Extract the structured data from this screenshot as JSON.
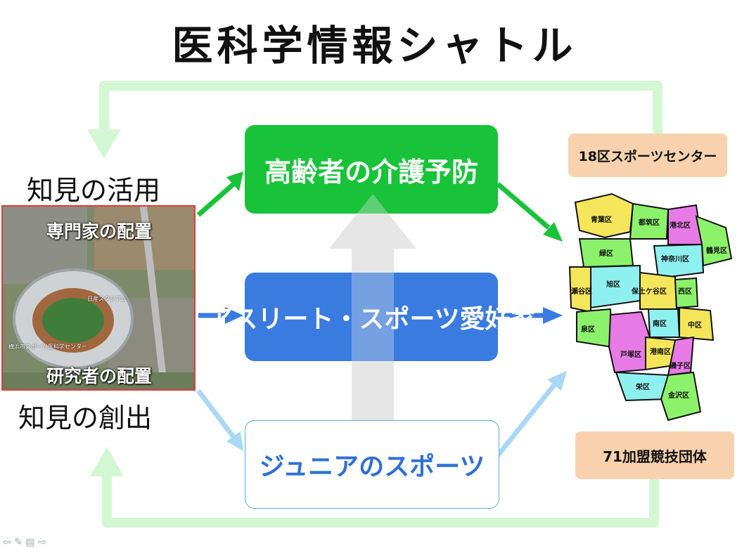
{
  "title": "医科学情報シャトル",
  "left_labels": {
    "top": "知見の活用",
    "bottom": "知見の創出"
  },
  "photo": {
    "tag_top": "専門家の配置",
    "tag_bottom": "研究者の配置",
    "map_label_center": "横浜市スポーツ医科学センター",
    "map_label_stadium": "日産スタジアム"
  },
  "boxes": {
    "elderly": "高齢者の介護予防",
    "athlete": "アスリート・スポーツ愛好家",
    "junior": "ジュニアのスポーツ"
  },
  "right": {
    "centers": "18区スポーツセンター",
    "groups": "71加盟競技団体"
  },
  "wards": [
    "青葉区",
    "都筑区",
    "港北区",
    "鶴見区",
    "緑区",
    "神奈川区",
    "瀬谷区",
    "旭区",
    "保土ケ谷区",
    "西区",
    "泉区",
    "南区",
    "中区",
    "戸塚区",
    "港南区",
    "磯子区",
    "栄区",
    "金沢区"
  ],
  "nav_icons": [
    "left-arrow-icon",
    "pen-icon",
    "slide-icon",
    "right-arrow-icon"
  ],
  "colors": {
    "green": "#18c33a",
    "blue": "#3a7be0",
    "light_blue": "#a9d8f5",
    "pale_green": "#d3f7d3",
    "peach": "#f8d2ae",
    "red": "#e23b3b"
  }
}
